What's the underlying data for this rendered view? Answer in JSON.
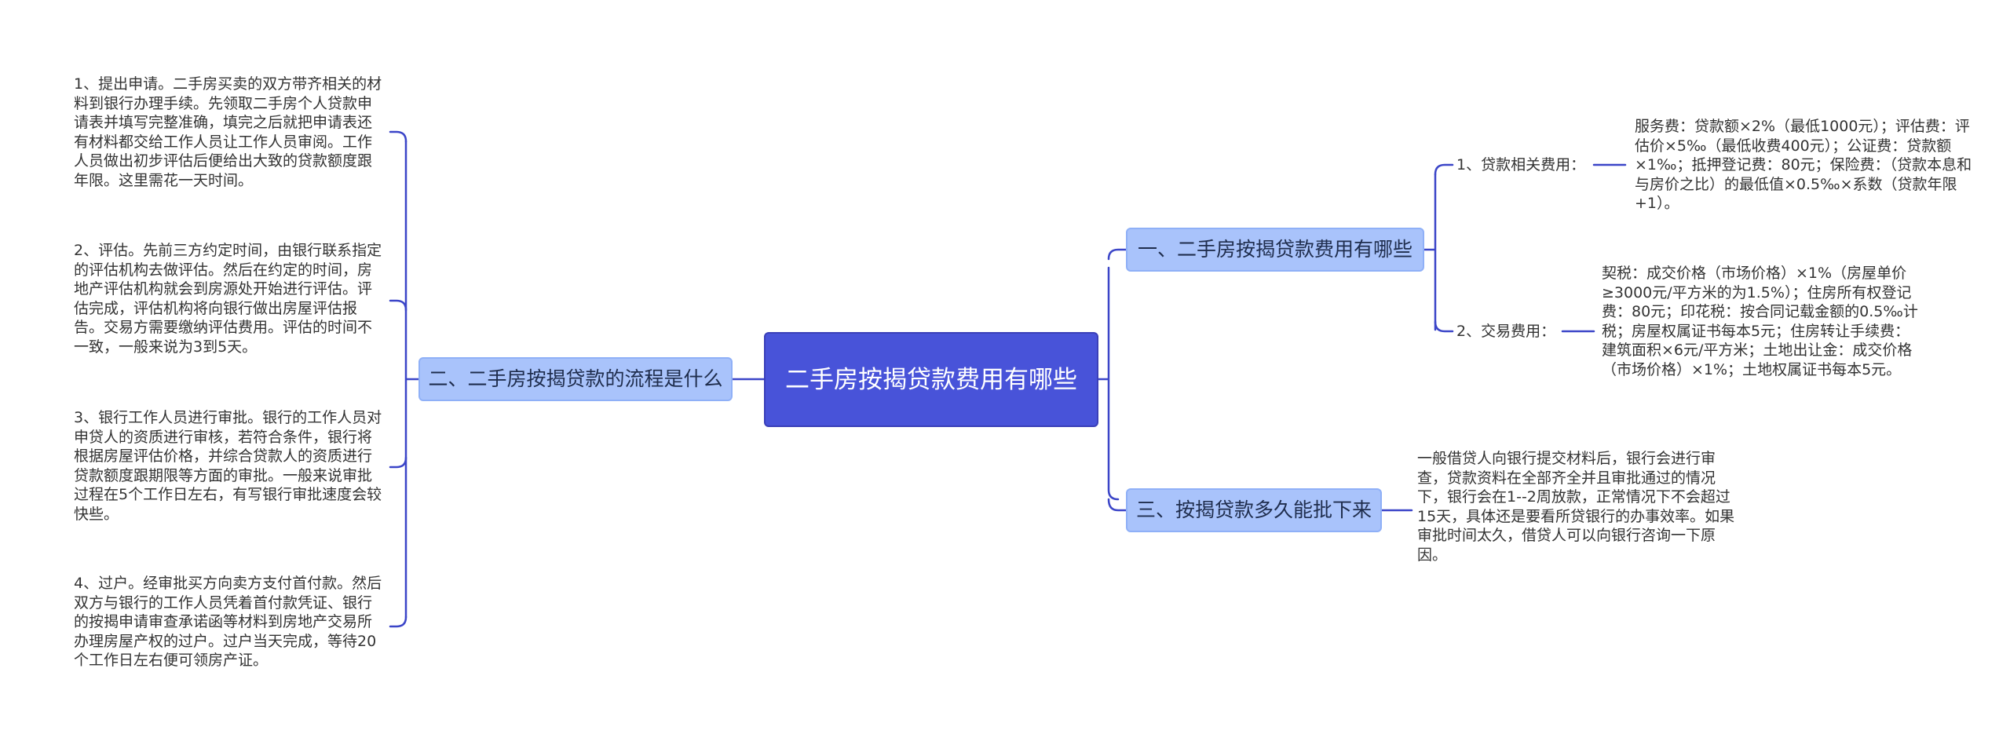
{
  "root": {
    "title": "二手房按揭贷款费用有哪些"
  },
  "branches": {
    "costs": {
      "title": "一、二手房按揭贷款费用有哪些",
      "items": [
        {
          "label": "1、贷款相关费用：",
          "text": "服务费：贷款额×2%（最低1000元）；评估费：评估价×5‰（最低收费400元）；公证费：贷款额×1‰；抵押登记费：80元；保险费：（贷款本息和与房价之比）的最低值×0.5‰×系数（贷款年限+1）。"
        },
        {
          "label": "2、交易费用：",
          "text": "契税：成交价格（市场价格）×1%（房屋单价≥3000元/平方米的为1.5%）；住房所有权登记费：80元；印花税：按合同记载金额的0.5‰计税；房屋权属证书每本5元；住房转让手续费：建筑面积×6元/平方米；土地出让金：成交价格（市场价格）×1%；土地权属证书每本5元。"
        }
      ]
    },
    "process": {
      "title": "二、二手房按揭贷款的流程是什么",
      "items": [
        "1、提出申请。二手房买卖的双方带齐相关的材料到银行办理手续。先领取二手房个人贷款申请表并填写完整准确，填完之后就把申请表还有材料都交给工作人员让工作人员审阅。工作人员做出初步评估后便给出大致的贷款额度跟年限。这里需花一天时间。",
        "2、评估。先前三方约定时间，由银行联系指定的评估机构去做评估。然后在约定的时间，房地产评估机构就会到房源处开始进行评估。评估完成，评估机构将向银行做出房屋评估报告。交易方需要缴纳评估费用。评估的时间不一致，一般来说为3到5天。",
        "3、银行工作人员进行审批。银行的工作人员对申贷人的资质进行审核，若符合条件，银行将根据房屋评估价格，并综合贷款人的资质进行贷款额度跟期限等方面的审批。一般来说审批过程在5个工作日左右，有写银行审批速度会较快些。",
        "4、过户。经审批买方向卖方支付首付款。然后双方与银行的工作人员凭着首付款凭证、银行的按揭申请审查承诺函等材料到房地产交易所办理房屋产权的过户。过户当天完成，等待20个工作日左右便可领房产证。"
      ]
    },
    "duration": {
      "title": "三、按揭贷款多久能批下来",
      "text": "一般借贷人向银行提交材料后，银行会进行审查，贷款资料在全部齐全并且审批通过的情况下，银行会在1--2周放款，正常情况下不会超过15天，具体还是要看所贷银行的办事效率。如果审批时间太久，借贷人可以向银行咨询一下原因。"
    }
  },
  "colors": {
    "root_fill": "#4853d9",
    "branch_fill": "#a9c3fb",
    "link": "#3b45c8",
    "text": "#333333"
  }
}
